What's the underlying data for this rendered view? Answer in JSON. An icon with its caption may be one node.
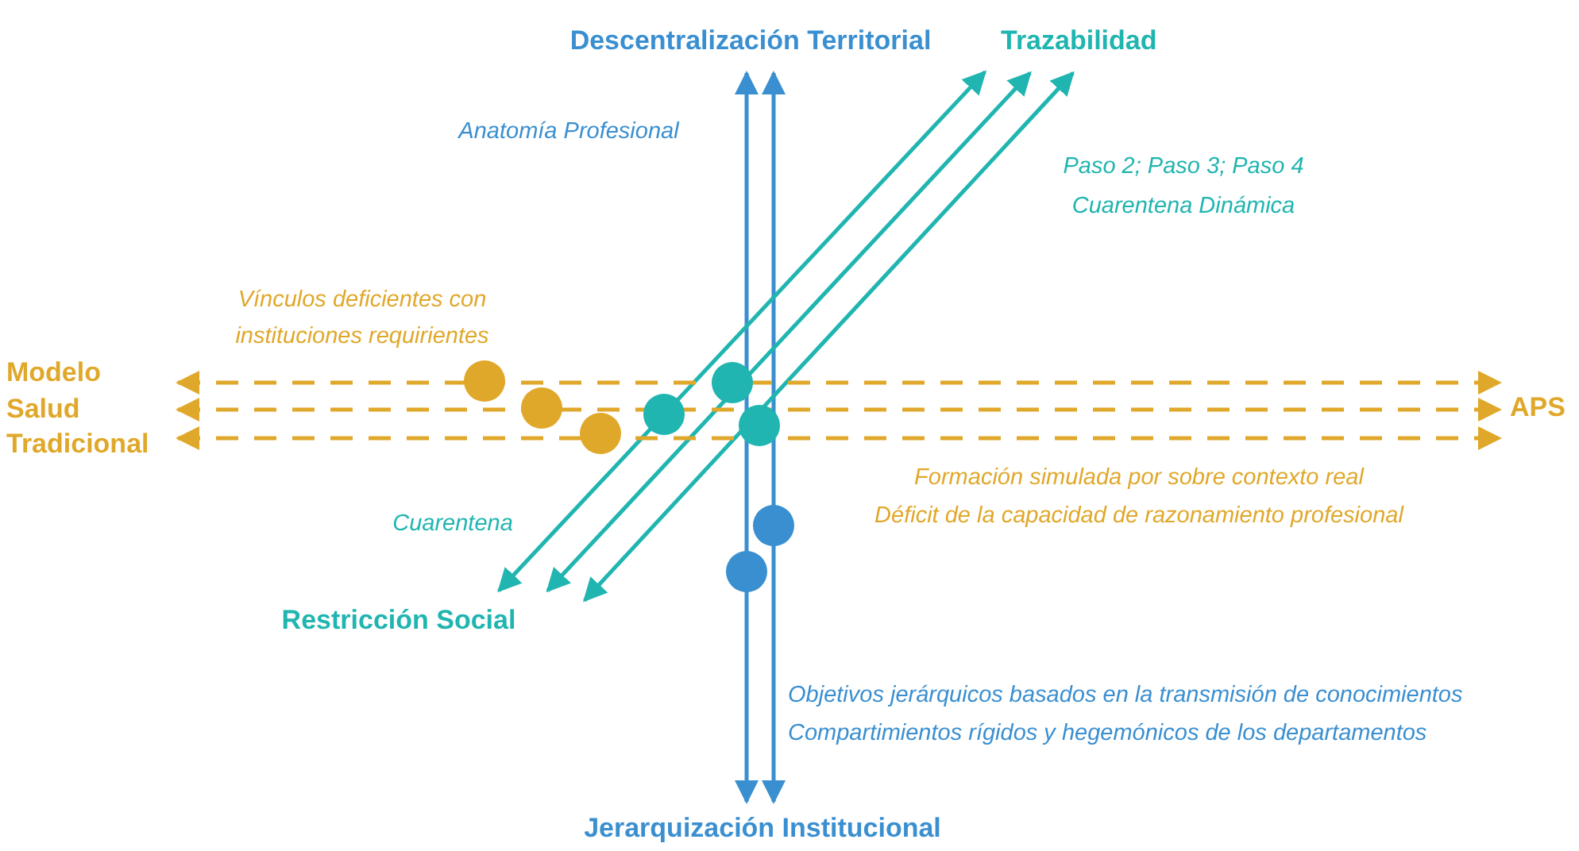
{
  "diagram": {
    "nodes": [
      {
        "text": [
          "Descentralización Territorial"
        ]
      },
      {
        "text": [
          "Trazabilidad"
        ]
      },
      {
        "text": [
          "Modelo Salud Tradicional"
        ]
      },
      {
        "text": [
          "APS"
        ]
      },
      {
        "text": [
          "Restricción Social"
        ]
      },
      {
        "text": [
          "Jerarquización Institucional"
        ]
      }
    ],
    "edges": [
      {
        "from": 0,
        "to": 5,
        "arrow": "both",
        "color": "#3a8fd0"
      },
      {
        "from": 0,
        "to": 5,
        "arrow": "both",
        "color": "#3a8fd0"
      },
      {
        "from": 1,
        "to": 4,
        "arrow": "both",
        "color": "#20b5b0"
      },
      {
        "from": 1,
        "to": 4,
        "arrow": "both",
        "color": "#20b5b0"
      },
      {
        "from": 1,
        "to": 4,
        "arrow": "both",
        "color": "#20b5b0"
      },
      {
        "from": 2,
        "to": 3,
        "arrow": "both",
        "style": "dashed",
        "color": "#e0a82a"
      },
      {
        "from": 2,
        "to": 3,
        "arrow": "both",
        "style": "dashed",
        "color": "#e0a82a"
      },
      {
        "from": 2,
        "to": 3,
        "arrow": "both",
        "style": "dashed",
        "color": "#e0a82a"
      }
    ],
    "labels": [
      "Anatomía Profesional",
      "Paso 2; Paso 3; Paso 4",
      "Cuarentena Dinámica",
      "Vínculos deficientes con instituciones requirientes",
      "Cuarentena",
      "Formación simulada por sobre contexto real",
      "Déficit de la capacidad de razonamiento profesional",
      "Objetivos jerárquicos basados en la transmisión de conocimientos",
      "Compartimientos rígidos y hegemónicos de los departamentos"
    ]
  }
}
